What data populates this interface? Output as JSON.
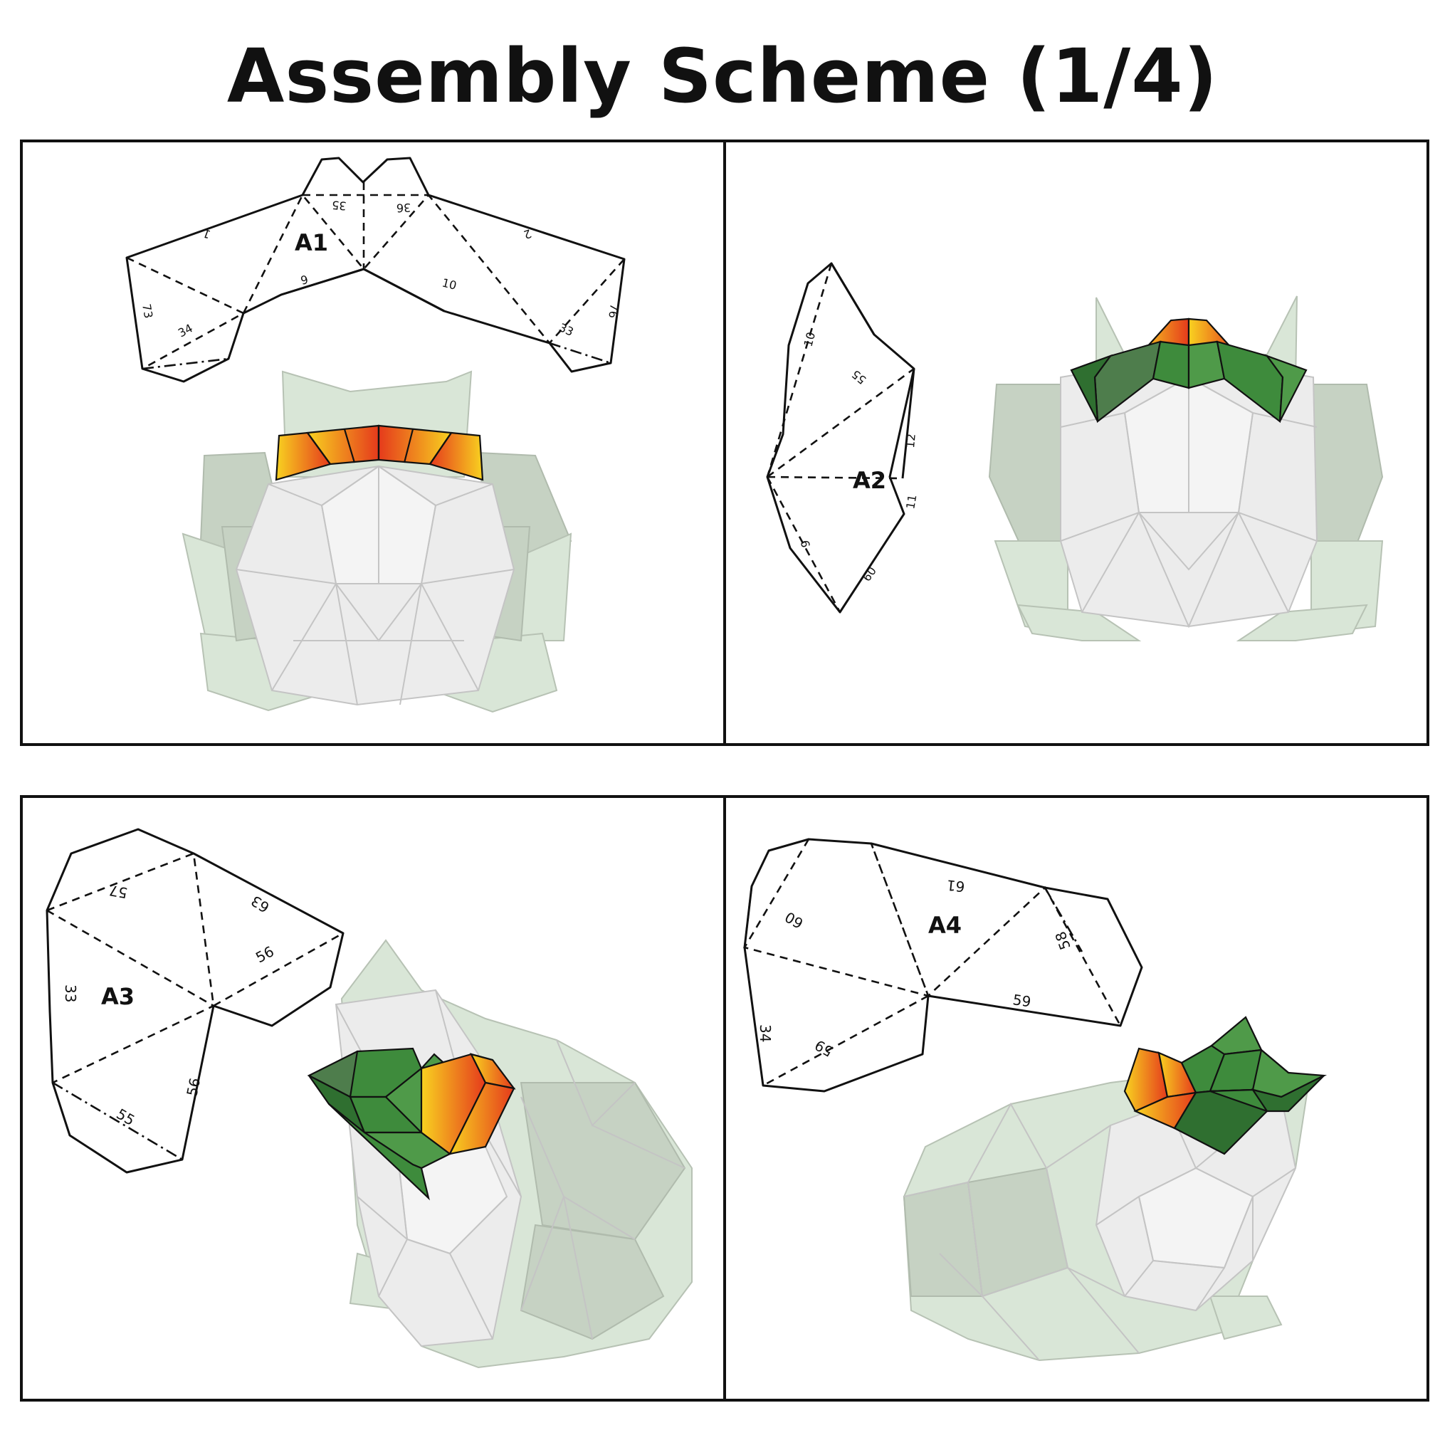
{
  "title": "Assembly Scheme (1/4)",
  "colors": {
    "orange_start": "#f8d220",
    "orange_end": "#e53a1c",
    "green_piece": "#3e8b3c",
    "green_dark": "#2f6f30",
    "body_green": "#d9e6d7",
    "body_white": "#ececec"
  },
  "panels": [
    {
      "part": "A1",
      "edge_numbers": [
        "1",
        "35",
        "36",
        "2",
        "9",
        "10",
        "73",
        "34",
        "33",
        "76"
      ]
    },
    {
      "part": "A2",
      "edge_numbers": [
        "10",
        "55",
        "12",
        "11",
        "9",
        "60"
      ]
    },
    {
      "part": "A3",
      "edge_numbers": [
        "57",
        "63",
        "56",
        "33",
        "56",
        "55"
      ]
    },
    {
      "part": "A4",
      "edge_numbers": [
        "60",
        "61",
        "58",
        "59",
        "34",
        "59"
      ]
    }
  ]
}
